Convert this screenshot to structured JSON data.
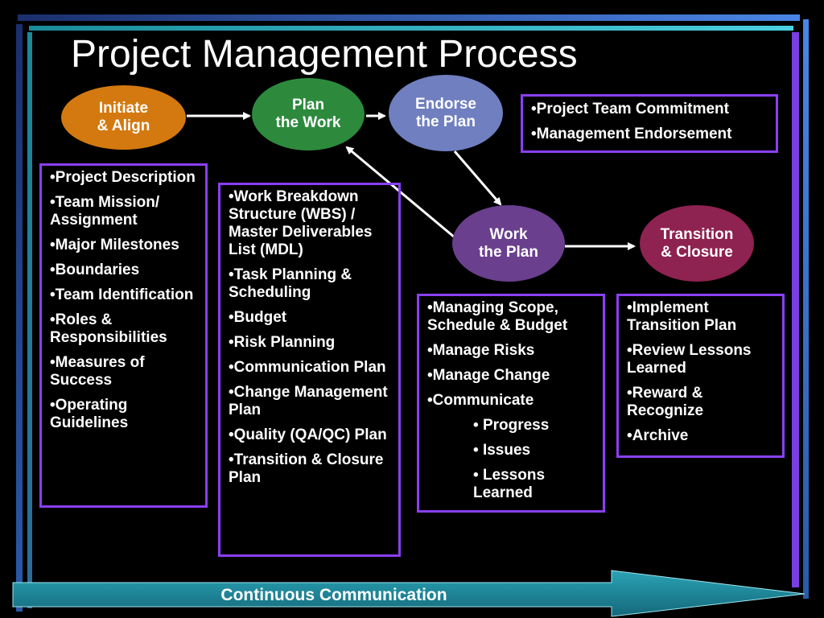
{
  "title": "Project Management Process",
  "colors": {
    "initiate": "#d4790f",
    "plan": "#2d8a3d",
    "endorse": "#6f7fbf",
    "work": "#6a3f8e",
    "transition": "#8e2250",
    "box_border": "#8a3ff5",
    "banner": "#1f8fa0"
  },
  "stages": {
    "initiate": "Initiate\n& Align",
    "plan": "Plan\nthe Work",
    "endorse": "Endorse\nthe Plan",
    "work": "Work\nthe Plan",
    "transition": "Transition\n& Closure"
  },
  "boxes": {
    "endorse": [
      "Project Team Commitment",
      "Management Endorsement"
    ],
    "initiate": [
      "Project Description",
      "Team Mission/ Assignment",
      "Major Milestones",
      "Boundaries",
      "Team Identification",
      "Roles & Responsibilities",
      "Measures of Success",
      "Operating Guidelines"
    ],
    "plan": [
      "Work Breakdown Structure (WBS) / Master Deliverables List (MDL)",
      "Task Planning & Scheduling",
      "Budget",
      "Risk Planning",
      "Communication Plan",
      "Change Management Plan",
      "Quality (QA/QC) Plan",
      "Transition & Closure Plan"
    ],
    "work": [
      "Managing Scope, Schedule & Budget",
      "Manage Risks",
      "Manage Change",
      "Communicate"
    ],
    "work_sub": [
      "Progress",
      "Issues",
      "Lessons Learned"
    ],
    "transition": [
      "Implement Transition Plan",
      "Review Lessons Learned",
      "Reward & Recognize",
      "Archive"
    ]
  },
  "footer": "Continuous Communication"
}
